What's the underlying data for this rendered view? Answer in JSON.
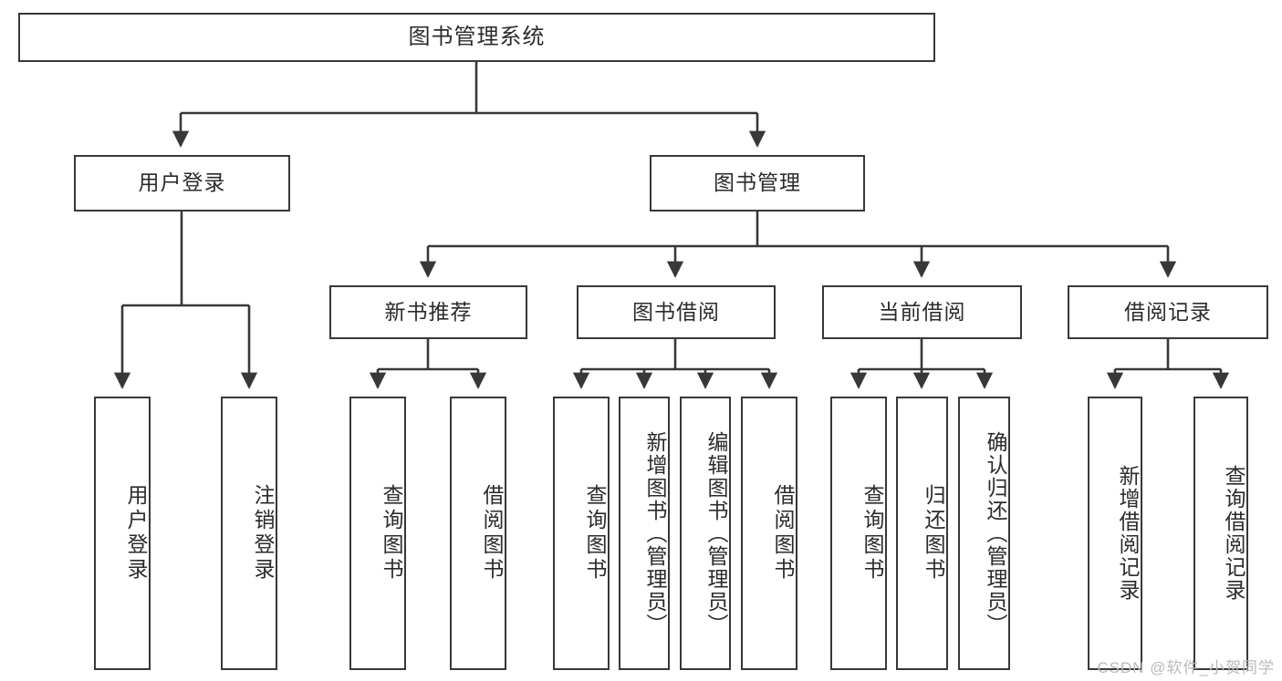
{
  "diagram": {
    "type": "tree",
    "title": "图书管理系统",
    "root": {
      "label": "图书管理系统"
    },
    "level2": [
      {
        "id": "user-login",
        "label": "用户登录"
      },
      {
        "id": "book-manage",
        "label": "图书管理"
      }
    ],
    "level3": [
      {
        "id": "new-book-recommend",
        "label": "新书推荐"
      },
      {
        "id": "book-borrow",
        "label": "图书借阅"
      },
      {
        "id": "current-borrow",
        "label": "当前借阅"
      },
      {
        "id": "borrow-record",
        "label": "借阅记录"
      }
    ],
    "leaves": [
      {
        "id": "leaf-user-login",
        "label": "用户登录",
        "parent": "user-login"
      },
      {
        "id": "leaf-user-logout",
        "label": "注销登录",
        "parent": "user-login"
      },
      {
        "id": "leaf-query-book-1",
        "label": "查询图书",
        "parent": "new-book-recommend"
      },
      {
        "id": "leaf-borrow-book-1",
        "label": "借阅图书",
        "parent": "new-book-recommend"
      },
      {
        "id": "leaf-query-book-2",
        "label": "查询图书",
        "parent": "book-borrow"
      },
      {
        "id": "leaf-add-book",
        "label": "新增图书（管理员）",
        "parent": "book-borrow"
      },
      {
        "id": "leaf-edit-book",
        "label": "编辑图书（管理员）",
        "parent": "book-borrow"
      },
      {
        "id": "leaf-borrow-book-2",
        "label": "借阅图书",
        "parent": "book-borrow"
      },
      {
        "id": "leaf-query-book-3",
        "label": "查询图书",
        "parent": "current-borrow"
      },
      {
        "id": "leaf-return-book",
        "label": "归还图书",
        "parent": "current-borrow"
      },
      {
        "id": "leaf-confirm-return",
        "label": "确认归还（管理员）",
        "parent": "current-borrow"
      },
      {
        "id": "leaf-add-borrow-record",
        "label": "新增借阅记录",
        "parent": "borrow-record"
      },
      {
        "id": "leaf-query-borrow-record",
        "label": "查询借阅记录",
        "parent": "borrow-record"
      }
    ]
  },
  "watermark": {
    "text": "CSDN @软件_小贺同学"
  },
  "colors": {
    "stroke": "#38383a",
    "text": "#2b2b2d",
    "background": "#ffffff",
    "watermark": "#b9b9bb"
  }
}
